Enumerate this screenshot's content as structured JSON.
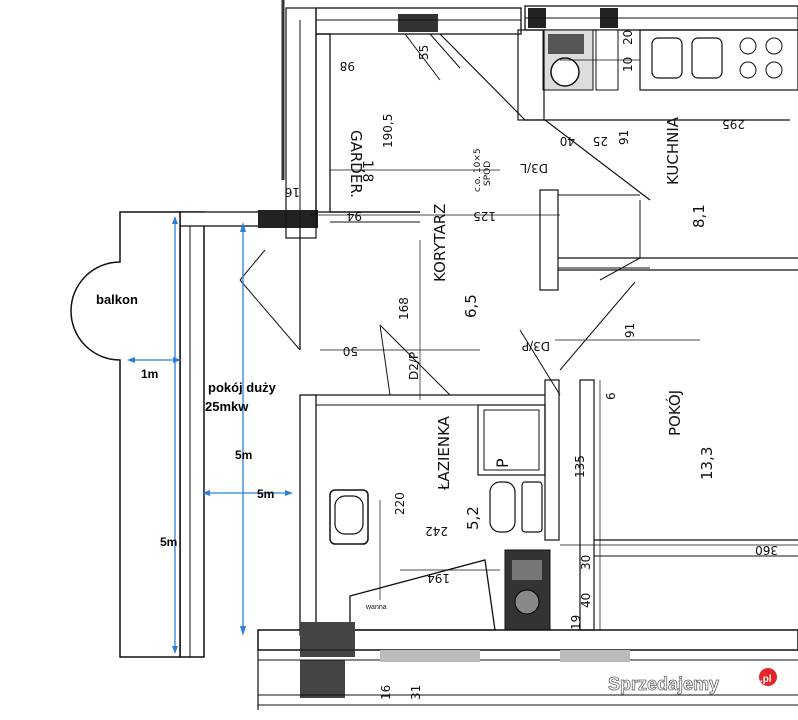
{
  "rooms": {
    "garderoba": {
      "name": "GARDER.",
      "area": "1,8"
    },
    "korytarz": {
      "name": "KORYTARZ",
      "area": "6,5"
    },
    "lazienka": {
      "name": "ŁAZIENKA",
      "area": "5,2"
    },
    "kuchnia": {
      "name": "KUCHNIA",
      "area": "8,1"
    },
    "pokoj": {
      "name": "POKÓJ",
      "area": "13,3"
    }
  },
  "annotations": {
    "balkon": "balkon",
    "room_name": "pokój duży",
    "room_area": "25mkw",
    "balcony_width": "1m",
    "height_inner": "5m",
    "width_inner": "5m",
    "height_outer": "5m"
  },
  "plan_text": {
    "d98": "98",
    "d55": "55",
    "d1905": "190,5",
    "d40": "40",
    "d25": "25",
    "d91a": "91",
    "d10": "10",
    "d20": "20",
    "d295": "295",
    "d16": "16",
    "d94": "94",
    "d125": "125",
    "d168": "168",
    "d50": "50",
    "d91b": "91",
    "d6a": "6",
    "d135": "135",
    "d220": "220",
    "d242": "242",
    "d360": "360",
    "d194": "194",
    "d30": "30",
    "d40b": "40",
    "d19": "19",
    "d16b": "16",
    "d31": "31",
    "vent": "c.o. 10×5",
    "vent2": "SPOD",
    "door1": "D3/L",
    "door2": "D3/P",
    "door3": "D2/P",
    "p_mark": "P",
    "wanna": "wanna"
  },
  "watermark": {
    "text": "Sprzedajemy",
    "suffix": ".pl",
    "accent": "#e3262a"
  }
}
